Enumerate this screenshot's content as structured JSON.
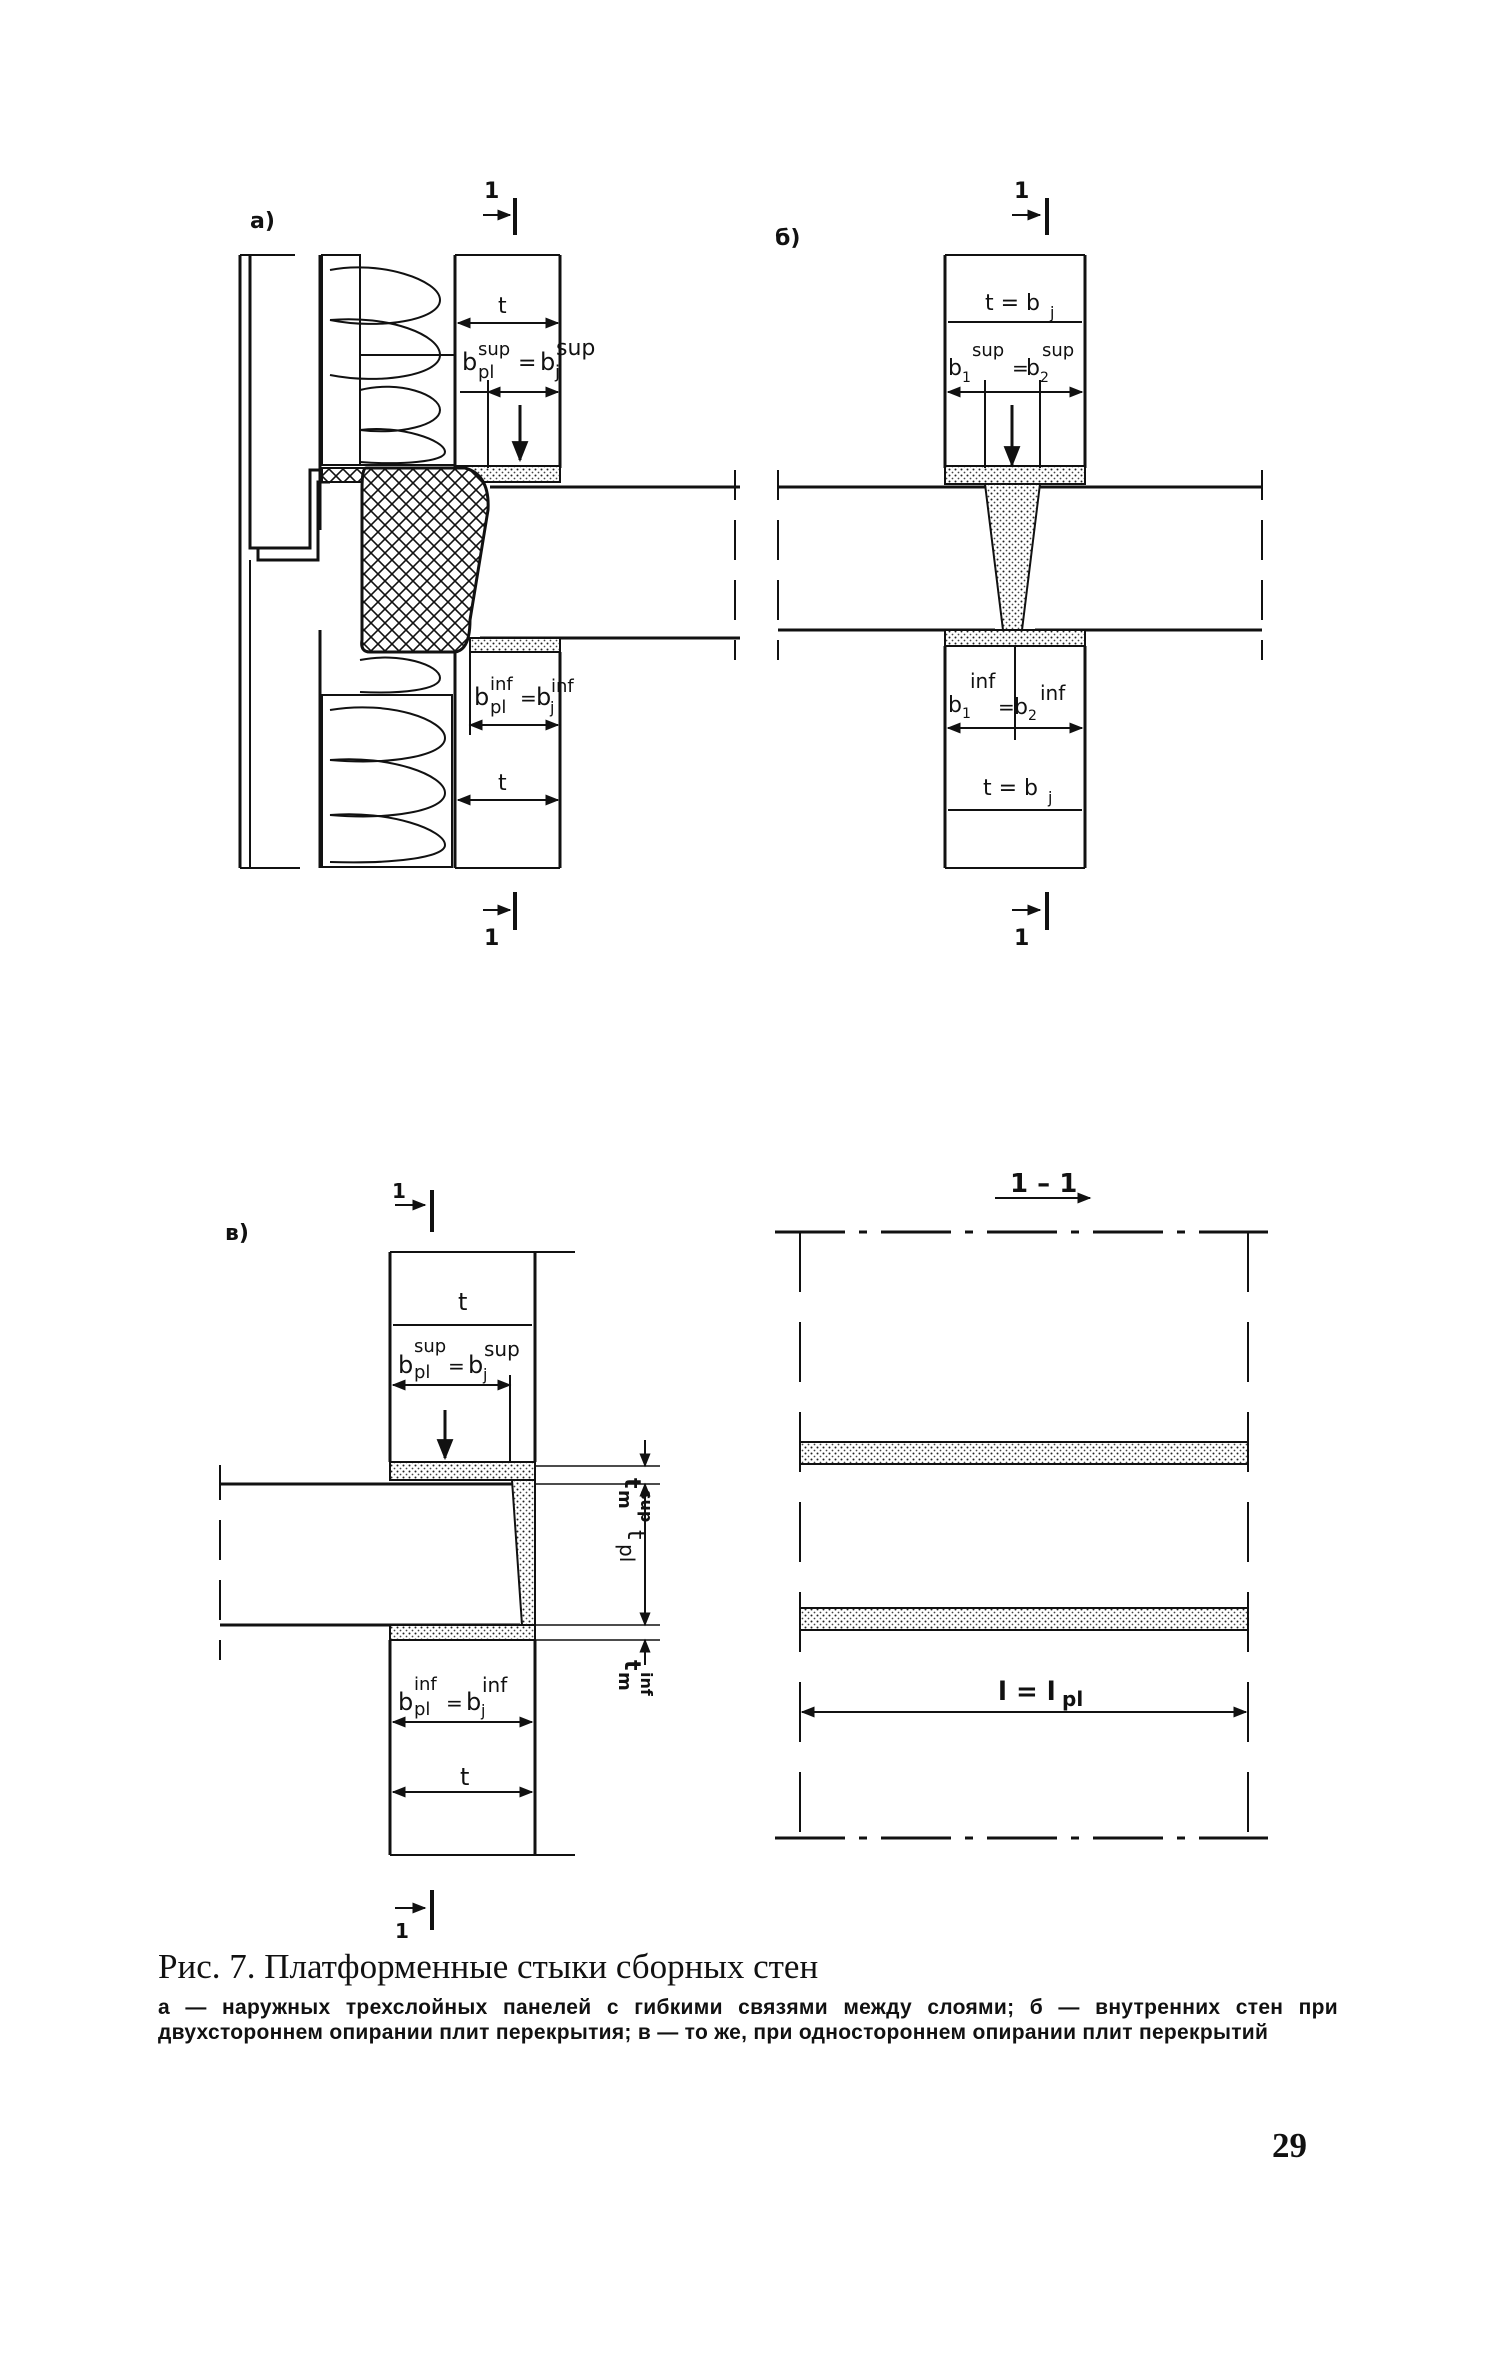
{
  "figure": {
    "panel_a": {
      "label": "а)",
      "section_top": "1",
      "section_bottom": "1",
      "thickness_top": "t",
      "thickness_bottom": "t",
      "sup_eq_left": "b",
      "sup_eq_left_sup": "sup",
      "sup_eq_left_sub": "pl",
      "sup_eq_sign": "=",
      "sup_eq_right": "b",
      "sup_eq_right_sup": "sup",
      "sup_eq_right_sub": "j",
      "inf_eq_left": "b",
      "inf_eq_left_sup": "inf",
      "inf_eq_left_sub": "pl",
      "inf_eq_sign": "=",
      "inf_eq_right": "b",
      "inf_eq_right_sup": "inf",
      "inf_eq_right_sub": "j"
    },
    "panel_b": {
      "label": "б)",
      "section_top": "1",
      "section_bottom": "1",
      "top_eq": "t = b",
      "top_eq_sub": "j",
      "bottom_eq": "t = b",
      "bottom_eq_sub": "j",
      "sup_left": "b",
      "sup_left_sub": "1",
      "sup_left_sup": "sup",
      "sup_sign": "=",
      "sup_right": "b",
      "sup_right_sub": "2",
      "sup_right_sup": "sup",
      "inf_left": "b",
      "inf_left_sub": "1",
      "inf_left_sup": "inf",
      "inf_sign": "=",
      "inf_right": "b",
      "inf_right_sub": "2",
      "inf_right_sup": "inf"
    },
    "panel_c": {
      "label": "в)",
      "section_top": "1",
      "section_bottom": "1",
      "thickness_top": "t",
      "thickness_bottom": "t",
      "sup_eq_left": "b",
      "sup_eq_left_sup": "sup",
      "sup_eq_left_sub": "pl",
      "sup_eq_sign": "=",
      "sup_eq_right": "b",
      "sup_eq_right_sup": "sup",
      "sup_eq_right_sub": "j",
      "inf_eq_left": "b",
      "inf_eq_left_sup": "inf",
      "inf_eq_left_sub": "pl",
      "inf_eq_sign": "=",
      "inf_eq_right": "b",
      "inf_eq_right_sup": "inf",
      "inf_eq_right_sub": "j",
      "t_m_sup": "t",
      "t_m_sup_sub": "m",
      "t_m_sup_sup": "sup",
      "t_pl": "t",
      "t_pl_sub": "pl",
      "t_m_inf": "t",
      "t_m_inf_sub": "m",
      "t_m_inf_sup": "inf"
    },
    "section_view": {
      "title": "1 – 1",
      "length_eq": "l = l",
      "length_eq_sub": "pl"
    }
  },
  "caption": {
    "title": "Рис. 7. Платформенные стыки сборных стен",
    "text": "а — наружных трехслойных панелей с гибкими связями между слоями; б — внутренних стен при двухстороннем опирании плит перекрытия; в — то же, при одностороннем опирании плит перекрытий"
  },
  "page_number": "29"
}
